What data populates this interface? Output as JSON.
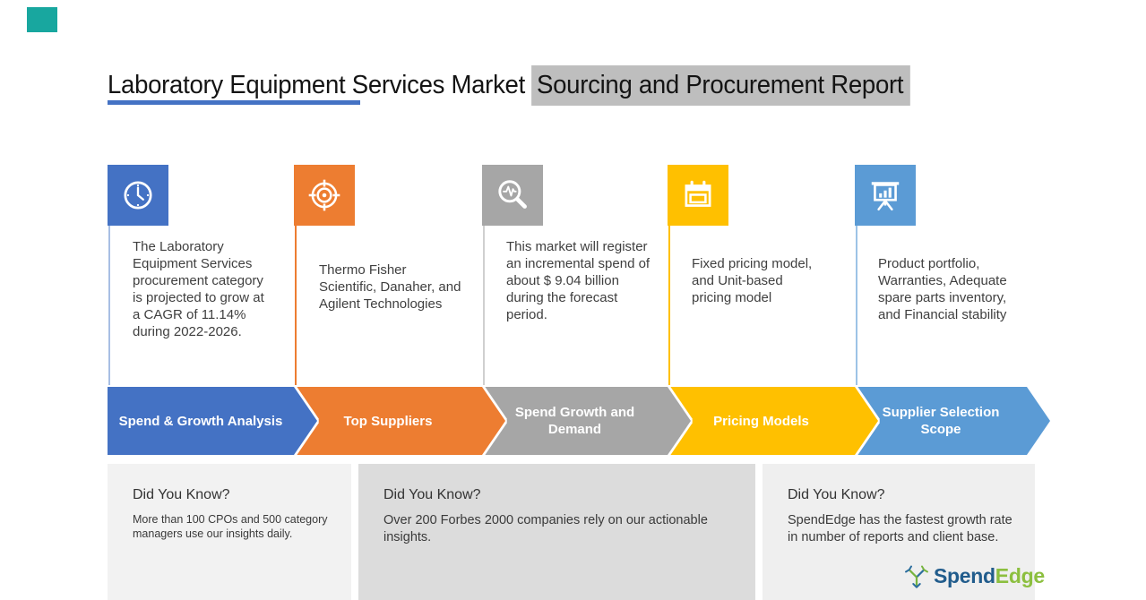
{
  "page": {
    "corner_accent_color": "#18a79f",
    "background_color": "#ffffff"
  },
  "header": {
    "title_plain": "Laboratory Equipment Services Market",
    "title_highlight": "Sourcing and Procurement Report",
    "highlight_color": "#bebebe",
    "underline_color": "#4472c4"
  },
  "columns": [
    {
      "icon": "clock-icon",
      "color": "#4472c4",
      "line_color": "#a8bfe4",
      "description": "The Laboratory Equipment Services procurement category is projected to grow at a CAGR of 11.14% during 2022-2026.",
      "banner": "Spend & Growth Analysis"
    },
    {
      "icon": "target-icon",
      "color": "#ed7d31",
      "line_color": "#ed7d31",
      "description": "Thermo Fisher Scientific, Danaher, and Agilent Technologies",
      "banner": "Top Suppliers"
    },
    {
      "icon": "magnifier-pulse-icon",
      "color": "#a6a6a6",
      "line_color": "#cfcfcf",
      "description": "This market will register an incremental spend of about $ 9.04 billion during the forecast period.",
      "banner": "Spend Growth and Demand"
    },
    {
      "icon": "calendar-icon",
      "color": "#ffc000",
      "line_color": "#ffc000",
      "description": "Fixed pricing model, and Unit-based pricing model",
      "banner": "Pricing Models"
    },
    {
      "icon": "presentation-chart-icon",
      "color": "#5b9bd5",
      "line_color": "#9dc3e6",
      "description": "Product portfolio, Warranties, Adequate spare parts inventory, and Financial stability",
      "banner": "Supplier Selection Scope"
    }
  ],
  "did_you_know": [
    {
      "heading": "Did You Know?",
      "text": "More than 100 CPOs and 500 category managers use our insights daily.",
      "bg_color": "#f2f2f2"
    },
    {
      "heading": "Did You Know?",
      "text": "Over 200 Forbes 2000 companies rely on our actionable insights.",
      "bg_color": "#dcdcdc"
    },
    {
      "heading": "Did You Know?",
      "text": "SpendEdge has the fastest growth rate in number of reports and client base.",
      "bg_color": "#efefef"
    }
  ],
  "logo": {
    "word1": "Spend",
    "word2": "Edge",
    "word1_color": "#215c8c",
    "word2_color": "#8cbf3f",
    "icon": "spendedge-mark-icon"
  }
}
